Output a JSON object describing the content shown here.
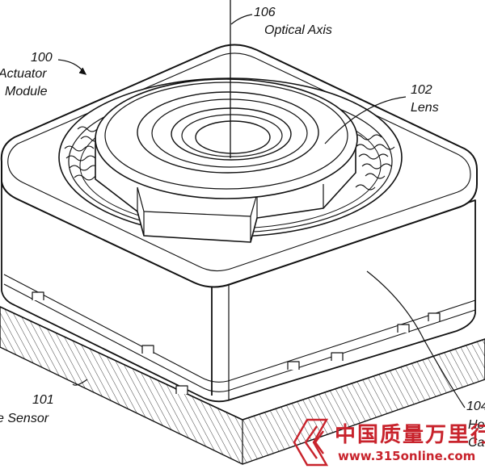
{
  "labels": {
    "optical_axis_num": "106",
    "optical_axis_name": "Optical Axis",
    "actuator_num": "100",
    "actuator_line1": "Actuator",
    "actuator_line2": "Module",
    "lens_num": "102",
    "lens_name": "Lens",
    "sensor_num": "101",
    "sensor_name": "e Sensor",
    "housing_num": "104",
    "housing_line1": "Ho",
    "housing_line2": "Ca"
  },
  "watermark": {
    "chinese": "中国质量万里行",
    "url": "www.315online.com",
    "color": "#c8232c"
  },
  "colors": {
    "ink": "#111111",
    "paper": "#ffffff",
    "watermark": "#c8232c"
  }
}
